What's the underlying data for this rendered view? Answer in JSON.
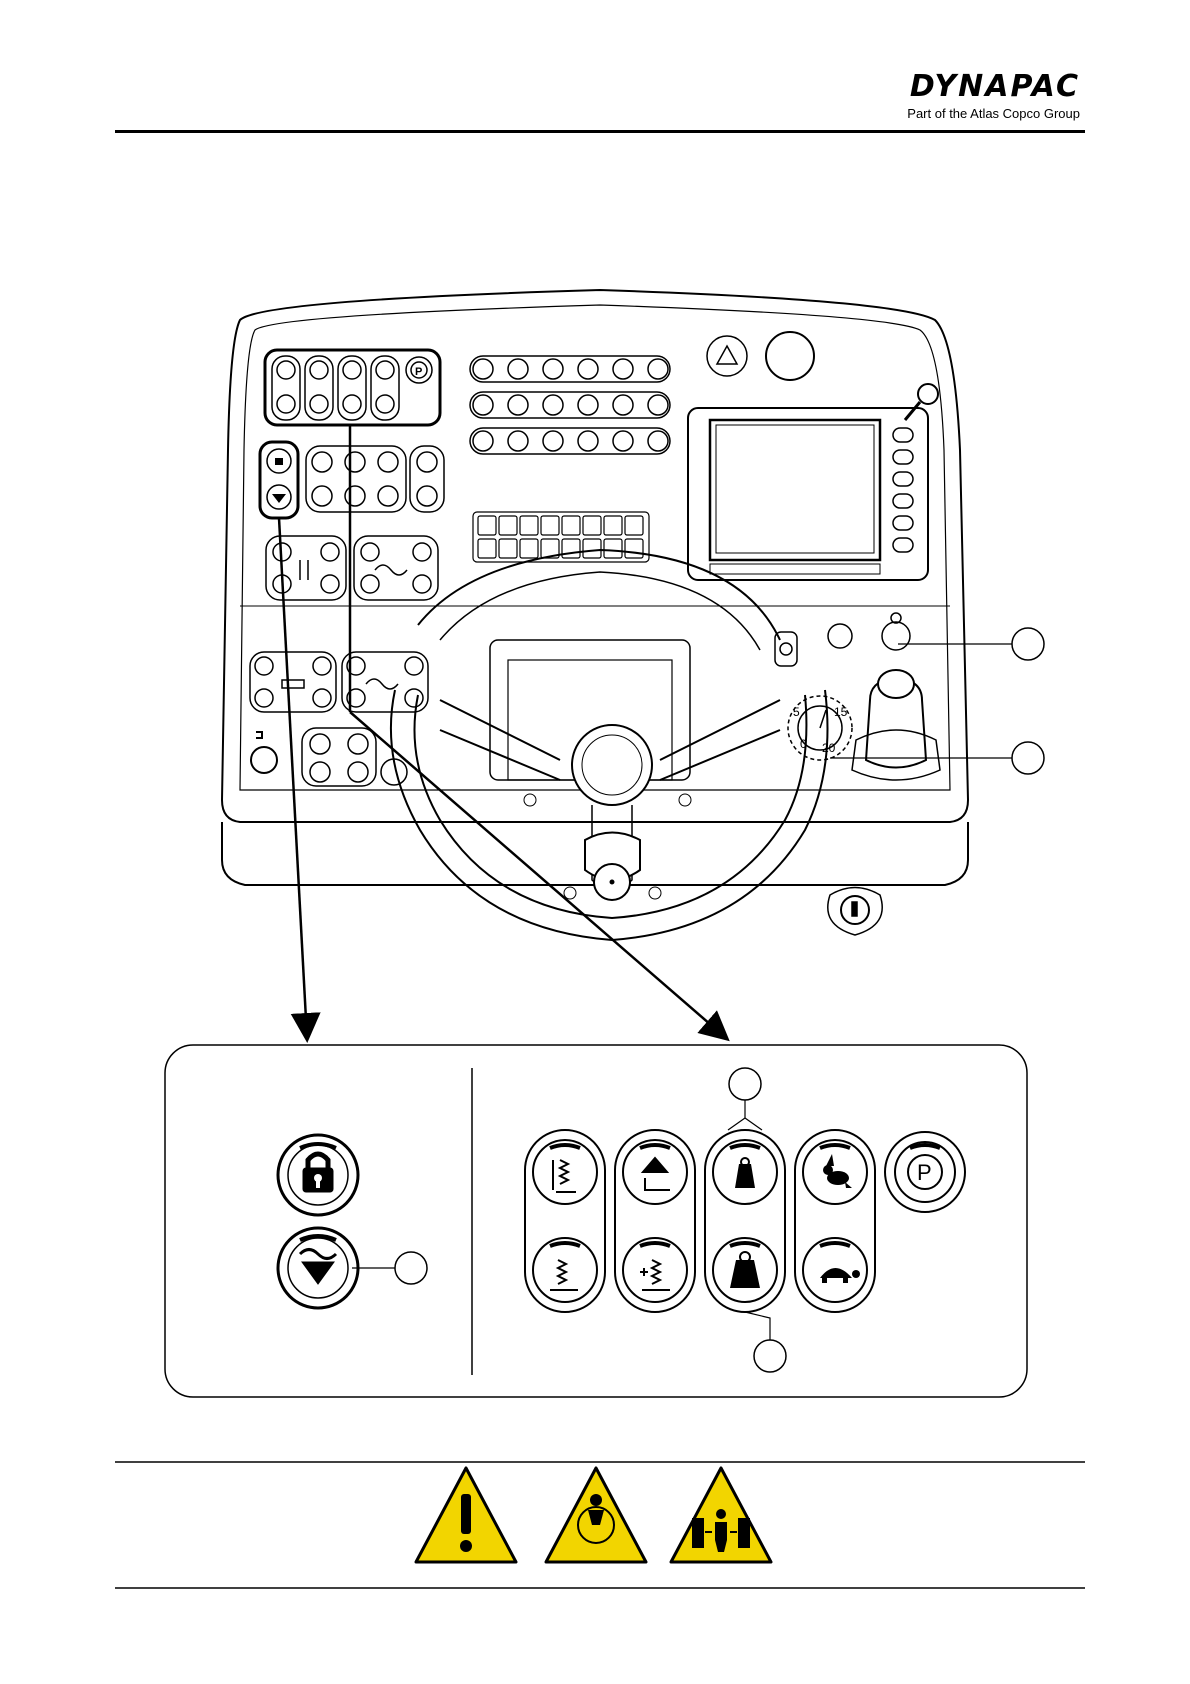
{
  "header": {
    "brand_name": "DYNAPAC",
    "brand_tagline": "Part of the Atlas Copco Group"
  },
  "dashboard": {
    "display_button_count": 6,
    "dial_labels": [
      "0",
      "5",
      "15",
      "20"
    ]
  },
  "detail": {
    "left_group_buttons": [
      "lock-icon",
      "float-down-icon"
    ],
    "right_group_buttons": [
      [
        "vibration-high-icon",
        "blade-raise-icon",
        "weight-light-icon",
        "rabbit-icon",
        "parking-brake-icon"
      ],
      [
        "vibration-low-icon",
        "vibration-plus-icon",
        "weight-heavy-icon",
        "turtle-icon"
      ]
    ],
    "parking_letter": "P"
  },
  "warnings": [
    "exclamation-warning-icon",
    "crush-rotation-warning-icon",
    "crush-person-warning-icon"
  ],
  "colors": {
    "warning_yellow": "#f2d500",
    "line": "#000000"
  }
}
